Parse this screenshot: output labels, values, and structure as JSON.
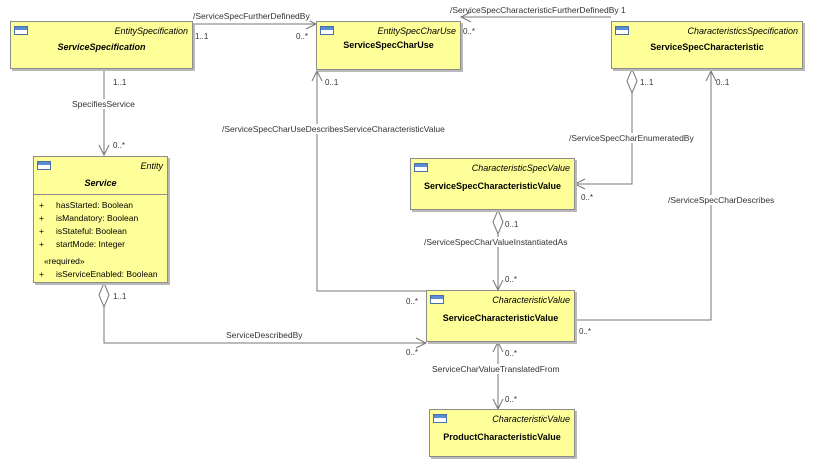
{
  "classes": {
    "service_specification": {
      "stereotype": "EntitySpecification",
      "name": "ServiceSpecification"
    },
    "service_spec_char_use": {
      "stereotype": "EntitySpecCharUse",
      "name": "ServiceSpecCharUse"
    },
    "service_spec_characteristic": {
      "stereotype": "CharacteristicsSpecification",
      "name": "ServiceSpecCharacteristic"
    },
    "service": {
      "stereotype": "Entity",
      "name": "Service",
      "attributes": [
        {
          "visibility": "+",
          "text": "hasStarted: Boolean"
        },
        {
          "visibility": "+",
          "text": "isMandatory: Boolean"
        },
        {
          "visibility": "+",
          "text": "isStateful: Boolean"
        },
        {
          "visibility": "+",
          "text": "startMode: Integer"
        }
      ],
      "section_label": "«required»",
      "required_attributes": [
        {
          "visibility": "+",
          "text": "isServiceEnabled: Boolean"
        }
      ]
    },
    "service_spec_characteristic_value": {
      "stereotype": "CharacteristicSpecValue",
      "name": "ServiceSpecCharacteristicValue"
    },
    "service_characteristic_value": {
      "stereotype": "CharacteristicValue",
      "name": "ServiceCharacteristicValue"
    },
    "product_characteristic_value": {
      "stereotype": "CharacteristicValue",
      "name": "ProductCharacteristicValue"
    }
  },
  "associations": {
    "further_defined_by": {
      "label": "/ServiceSpecFurtherDefinedBy",
      "source_mult": "1..1",
      "target_mult": "0..*"
    },
    "characteristic_further_defined_by": {
      "label": "/ServiceSpecCharacteristicFurtherDefinedBy 1",
      "source_mult": "0..*"
    },
    "specifies_service": {
      "label": "SpecifiesService",
      "source_mult": "1..1",
      "target_mult": "0..*"
    },
    "char_use_describes_value": {
      "label": "/ServiceSpecCharUseDescribesServiceCharacteristicValue",
      "source_mult": "0..1",
      "target_mult": "0..*"
    },
    "char_enumerated_by": {
      "label": "/ServiceSpecCharEnumeratedBy",
      "source_mult": "1..1",
      "target_mult": "0..*"
    },
    "char_describes": {
      "label": "/ServiceSpecCharDescribes",
      "source_mult": "0..1",
      "target_mult": "0..*"
    },
    "value_instantiated_as": {
      "label": "/ServiceSpecCharValueInstantiatedAs",
      "source_mult": "0..1",
      "target_mult": "0..*"
    },
    "service_described_by": {
      "label": "ServiceDescribedBy",
      "source_mult": "1..1",
      "target_mult": "0..*"
    },
    "value_translated_from": {
      "label": "ServiceCharValueTranslatedFrom",
      "source_mult": "0..*",
      "target_mult": "0..*"
    }
  }
}
